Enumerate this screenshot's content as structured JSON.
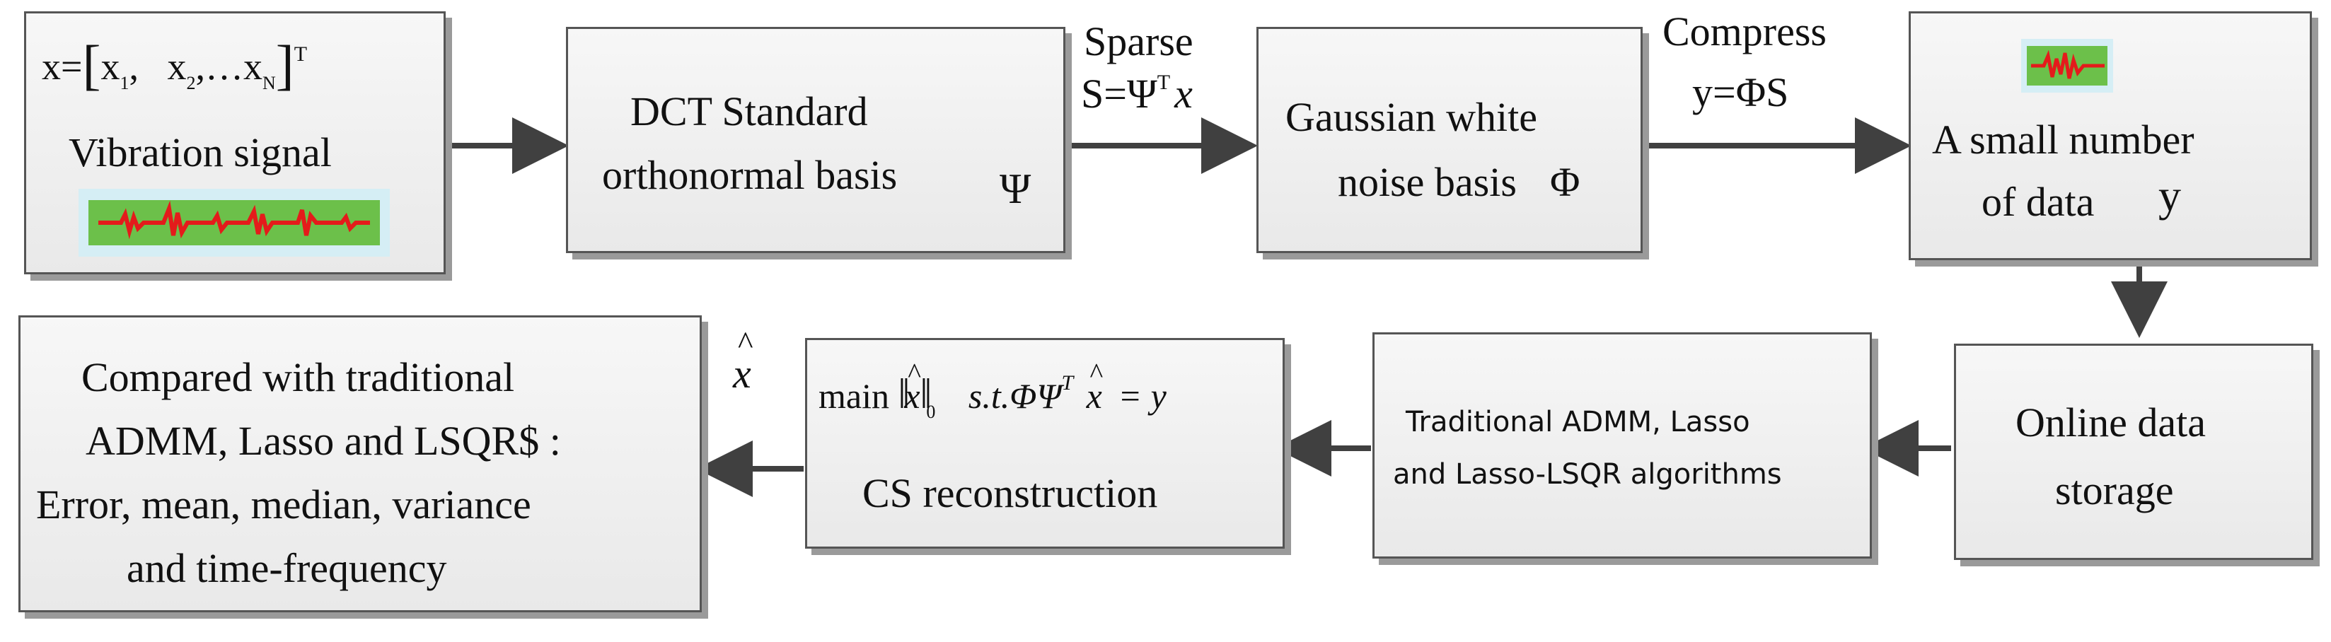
{
  "colors": {
    "arrow": "#404040",
    "signal_wave": "#e41b1b",
    "signal_band": "#6cc04a",
    "signal_bg": "#d5eef5"
  },
  "box1": {
    "vector_lhs": "x=",
    "vector_entries": [
      "x",
      "1",
      ",",
      "x",
      "2",
      ",…x",
      "N"
    ],
    "transpose": "T",
    "caption": "Vibration signal"
  },
  "box2": {
    "line1": "DCT  Standard",
    "line2": "orthonormal basis",
    "psi": "Ψ"
  },
  "arrow1": {
    "label": "Sparse",
    "eq_lhs": "S=Ψ",
    "eq_sup": "T",
    "eq_var": "x"
  },
  "box3": {
    "line1": "Gaussian white",
    "line2": "noise basis",
    "phi": "Φ"
  },
  "arrow2": {
    "label": "Compress",
    "eq": "y=ΦS"
  },
  "box4": {
    "line1": "A small number",
    "line2": "of data",
    "var": "y"
  },
  "box5": {
    "line1": "Online data",
    "line2": "storage"
  },
  "box6": {
    "line1": "Traditional ADMM, Lasso",
    "line2": "and Lasso-LSQR algorithms"
  },
  "box7": {
    "min_word": "main",
    "norm_sub": "0",
    "constraint": "s.t.ΦΨ",
    "constraint_sup": "T",
    "rhs": "= y",
    "caption": "CS reconstruction"
  },
  "arrow_out": {
    "label": "x"
  },
  "box8": {
    "line1": "Compared with traditional",
    "line2": "ADMM, Lasso and LSQR$ :",
    "line3": "Error, mean, median, variance",
    "line4": "and time-frequency"
  }
}
